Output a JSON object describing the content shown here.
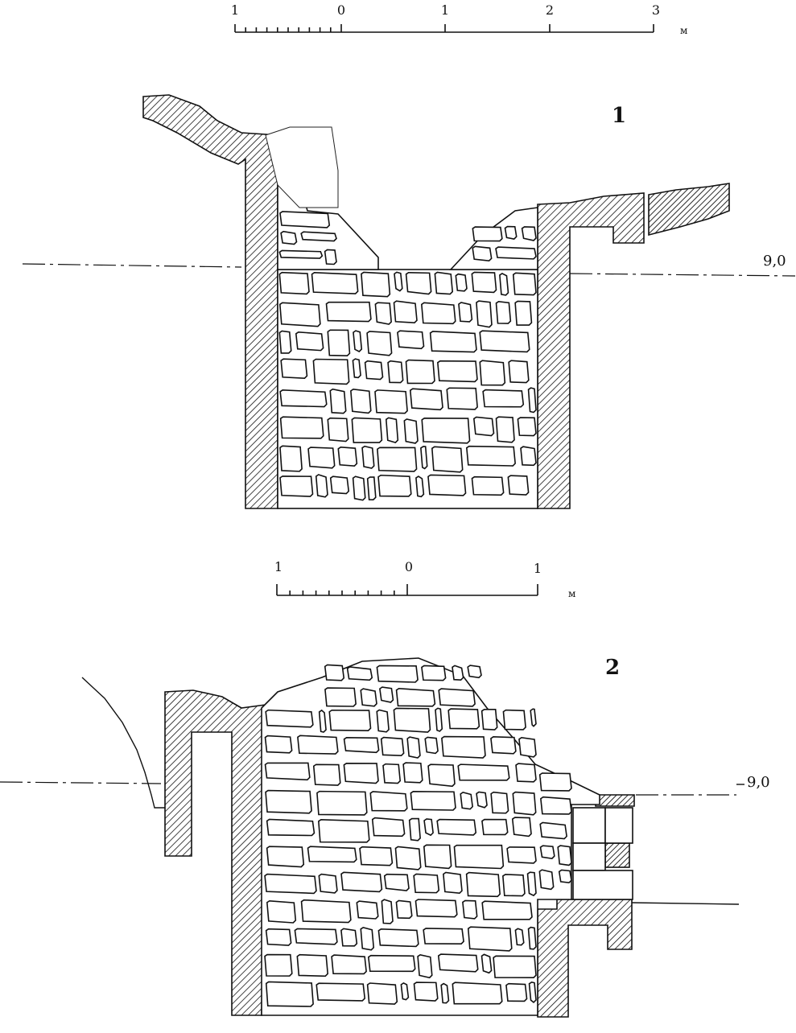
{
  "figures": [
    {
      "number": "1",
      "scale": {
        "ticks": [
          "1",
          "0",
          "1",
          "2",
          "3"
        ],
        "unit": "м"
      },
      "level_label": "9,0"
    },
    {
      "number": "2",
      "scale": {
        "ticks": [
          "1",
          "0",
          "1"
        ],
        "unit": "м"
      },
      "level_label": "9,0"
    }
  ],
  "colors": {
    "ink": "#111111",
    "paper": "#ffffff"
  }
}
